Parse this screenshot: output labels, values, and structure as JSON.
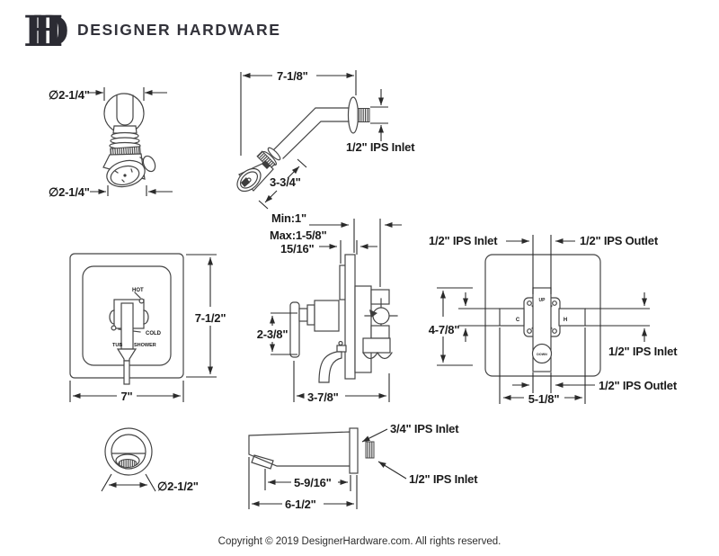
{
  "header": {
    "brand": "DESIGNER HARDWARE",
    "monogram_h": "H",
    "monogram_d": "D"
  },
  "figures": {
    "showerhead_front": {
      "top_diameter": "∅2-1/4\"",
      "bottom_diameter": "∅2-1/4\""
    },
    "shower_arm": {
      "arm_length": "7-1/8\"",
      "head_length": "3-3/4\"",
      "inlet": "1/2\" IPS Inlet"
    },
    "valve_front": {
      "hot": "HOT",
      "cold": "COLD",
      "tub": "TUB",
      "shower": "SHOWER",
      "plate_height": "7-1/2\"",
      "plate_width": "7\""
    },
    "valve_side": {
      "min_depth": "Min:1\"",
      "max_depth": "Max:1-5/8\"",
      "plaster_depth": "15/16\"",
      "handle_length": "2-3/8\"",
      "body_width": "3-7/8\""
    },
    "valve_back": {
      "top_inlet": "1/2\" IPS Inlet",
      "top_outlet": "1/2\" IPS Outlet",
      "height": "4-7/8\"",
      "right_inlet": "1/2\" IPS Inlet",
      "bottom_outlet": "1/2\" IPS Outlet",
      "width": "5-1/8\"",
      "up": "UP",
      "down": "DOWN",
      "cold_port": "C",
      "hot_port": "H"
    },
    "spout_front": {
      "diameter": "∅2-1/2\""
    },
    "spout_side": {
      "top_inlet": "3/4\" IPS Inlet",
      "side_inlet": "1/2\" IPS Inlet",
      "spout_length": "5-9/16\"",
      "total_length": "6-1/2\""
    }
  },
  "footer": {
    "copyright": "Copyright © 2019 DesignerHardware.com. All rights reserved."
  },
  "colors": {
    "line": "#454545",
    "dimension": "#2b2b2b",
    "text": "#1b1b1b",
    "logo": "#2b2b33",
    "background": "#ffffff"
  }
}
